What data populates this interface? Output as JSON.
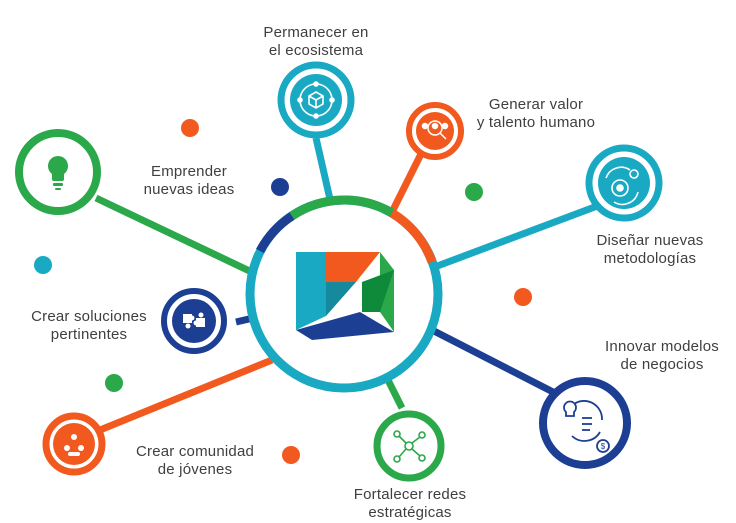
{
  "nodes": [
    {
      "id": "permanecer",
      "line1": "Permanecer en",
      "line2": "el ecosistema",
      "color": "#1aa9c2",
      "icon": "cube-network-icon"
    },
    {
      "id": "generar",
      "line1": "Generar valor",
      "line2": "y talento humano",
      "color": "#f2591e",
      "icon": "team-search-icon"
    },
    {
      "id": "disenar",
      "line1": "Diseñar nuevas",
      "line2": "metodologías",
      "color": "#1aa9c2",
      "icon": "gear-cycle-icon"
    },
    {
      "id": "innovar",
      "line1": "Innovar modelos",
      "line2": "de negocios",
      "color": "#1c3f94",
      "icon": "idea-cycle-icon"
    },
    {
      "id": "fortalecer",
      "line1": "Fortalecer redes",
      "line2": "estratégicas",
      "color": "#2aa84a",
      "icon": "network-icon"
    },
    {
      "id": "comunidad",
      "line1": "Crear comunidad",
      "line2": "de jóvenes",
      "color": "#f2591e",
      "icon": "community-chat-icon"
    },
    {
      "id": "soluciones",
      "line1": "Crear soluciones",
      "line2": "pertinentes",
      "color": "#1c3f94",
      "icon": "puzzle-icon"
    },
    {
      "id": "emprender",
      "line1": "Emprender",
      "line2": "nuevas ideas",
      "color": "#2aa84a",
      "icon": "lightbulb-icon"
    }
  ],
  "colors": {
    "teal": "#1aa9c2",
    "orange": "#f2591e",
    "navy": "#1c3f94",
    "green": "#2aa84a",
    "text": "#3f3f3f"
  },
  "center_logo": "logo-icon"
}
